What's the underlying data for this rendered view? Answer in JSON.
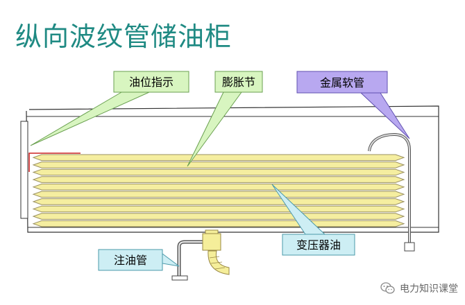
{
  "title": "纵向波纹管储油柜",
  "callouts": {
    "oil_level": "油位指示",
    "bellows": "膨胀节",
    "metal_hose": "金属软管",
    "transformer_oil": "变压器油",
    "oil_filler": "注油管"
  },
  "colors": {
    "title": "#1f8a83",
    "bellows_fill": "#f5eea0",
    "bellows_stroke": "#9a9060",
    "callout_green": "#d8f5c0",
    "callout_purple": "#b8a8f0",
    "callout_cyan": "#cdeef4",
    "tank_stroke": "#333333"
  },
  "watermark": "电力知识课堂"
}
